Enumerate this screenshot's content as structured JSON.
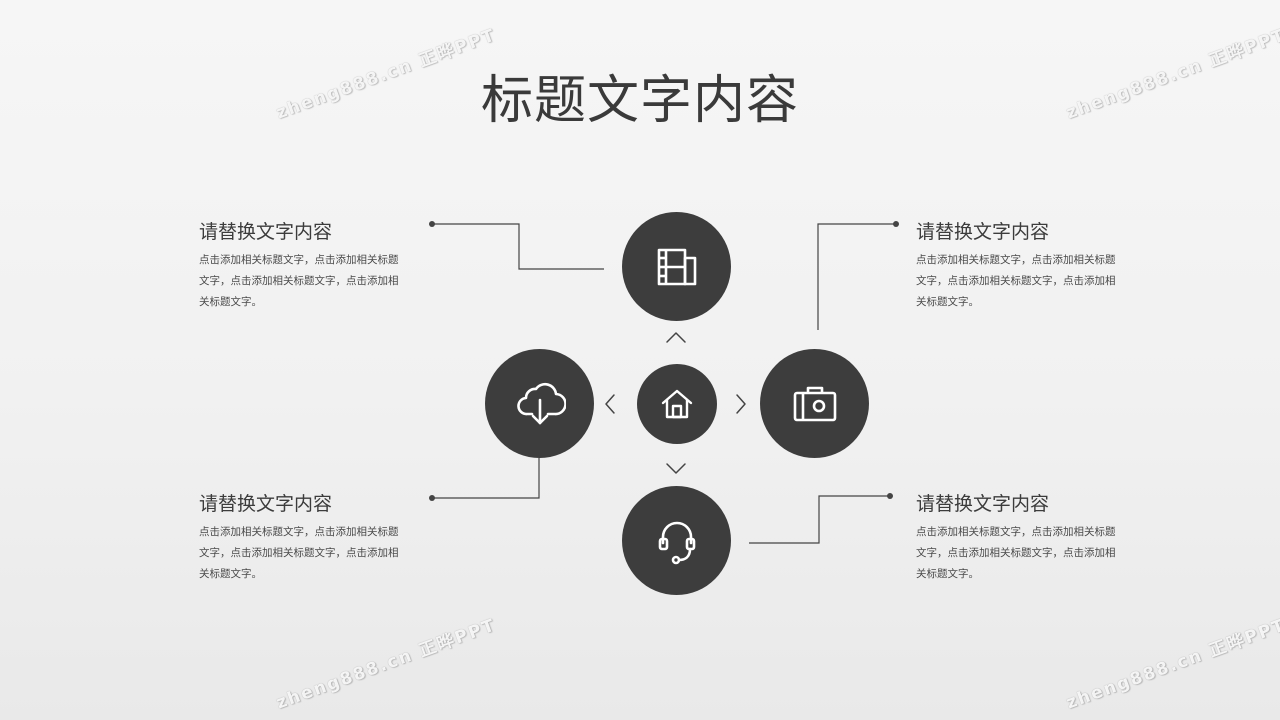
{
  "title": "标题文字内容",
  "blocks": [
    {
      "heading": "请替换文字内容",
      "body": "点击添加相关标题文字，点击添加相关标题文字，点击添加相关标题文字，点击添加相关标题文字。"
    },
    {
      "heading": "请替换文字内容",
      "body": "点击添加相关标题文字，点击添加相关标题文字，点击添加相关标题文字，点击添加相关标题文字。"
    },
    {
      "heading": "请替换文字内容",
      "body": "点击添加相关标题文字，点击添加相关标题文字，点击添加相关标题文字，点击添加相关标题文字。"
    },
    {
      "heading": "请替换文字内容",
      "body": "点击添加相关标题文字，点击添加相关标题文字，点击添加相关标题文字，点击添加相关标题文字。"
    }
  ],
  "watermark": "zheng888.cn 正晔PPT",
  "icons": {
    "top": "film-icon",
    "left": "cloud-download-icon",
    "center": "home-icon",
    "right": "camera-icon",
    "bottom": "headset-icon"
  },
  "colors": {
    "circle": "#3d3d3d",
    "icon": "#ffffff",
    "line": "#444444",
    "background": "#f3f3f3"
  }
}
